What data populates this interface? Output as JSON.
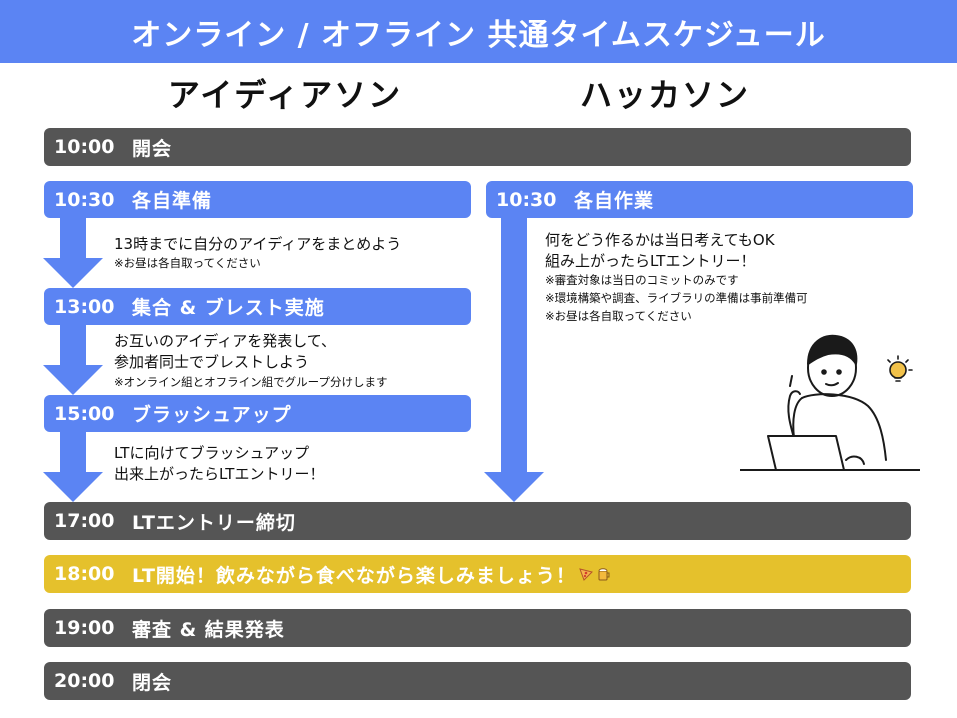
{
  "header": {
    "title": "オンライン / オフライン 共通タイムスケジュール"
  },
  "columns": {
    "ideathon": "アイディアソン",
    "hackathon": "ハッカソン"
  },
  "timeline": {
    "opening": {
      "time": "10:00",
      "label": "開会"
    },
    "deadline": {
      "time": "17:00",
      "label": "LTエントリー締切"
    },
    "lt": {
      "time": "18:00",
      "label": "LT開始！飲みながら食べながら楽しみましょう！"
    },
    "judging": {
      "time": "19:00",
      "label": "審査 & 結果発表"
    },
    "closing": {
      "time": "20:00",
      "label": "閉会"
    }
  },
  "ideathon": {
    "step1": {
      "time": "10:30",
      "label": "各自準備",
      "desc": "13時までに自分のアイディアをまとめよう",
      "note": "※お昼は各自取ってください"
    },
    "step2": {
      "time": "13:00",
      "label": "集合 & ブレスト実施",
      "desc1": "お互いのアイディアを発表して、",
      "desc2": "参加者同士でブレストしよう",
      "note": "※オンライン組とオフライン組でグループ分けします"
    },
    "step3": {
      "time": "15:00",
      "label": "ブラッシュアップ",
      "desc1": "LTに向けてブラッシュアップ",
      "desc2": "出来上がったらLTエントリー！"
    }
  },
  "hackathon": {
    "step1": {
      "time": "10:30",
      "label": "各自作業",
      "desc1": "何をどう作るかは当日考えてもOK",
      "desc2": "組み上がったらLTエントリー！",
      "note1": "※審査対象は当日のコミットのみです",
      "note2": "※環境構築や調査、ライブラリの準備は事前準備可",
      "note3": "※お昼は各自取ってください"
    }
  },
  "icons": [
    "pizza-icon",
    "beer-icon",
    "lightbulb-icon",
    "person-laptop-icon"
  ],
  "colors": {
    "accent": "#5b84f3",
    "gray_bar": "#555555",
    "highlight": "#e5c12c"
  }
}
